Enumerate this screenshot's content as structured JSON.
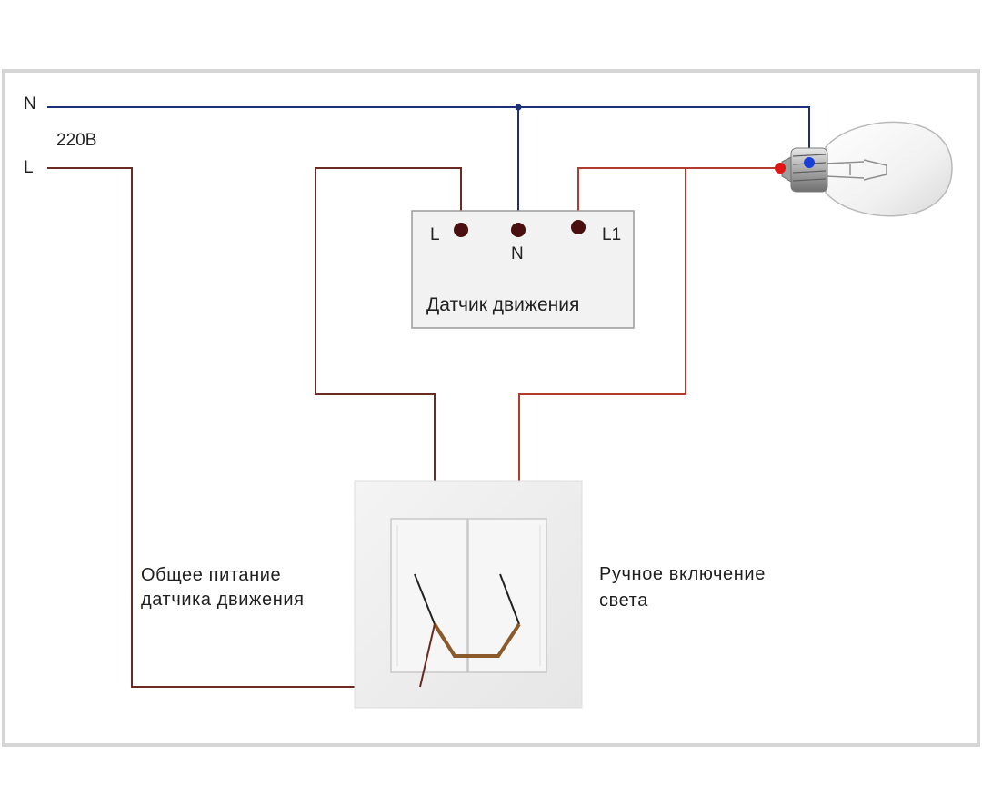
{
  "supply": {
    "neutral_label": "N",
    "phase_label": "L",
    "voltage_label": "220В"
  },
  "sensor": {
    "title": "Датчик движения",
    "terminal_l": "L",
    "terminal_n": "N",
    "terminal_l1": "L1"
  },
  "switch": {
    "left_caption_line1": "Общее питание",
    "left_caption_line2": "датчика движения",
    "right_caption_line1": "Ручное включение",
    "right_caption_line2": "света"
  },
  "colors": {
    "neutral_wire": "#1c2f7a",
    "phase_wire": "#6b2a22",
    "switched_wire": "#b33a2c",
    "bridge_wire": "#8b5a2b",
    "terminal": "#4a0f0f",
    "lamp_neutral_dot": "#1a3fd6",
    "lamp_phase_dot": "#e01515"
  }
}
